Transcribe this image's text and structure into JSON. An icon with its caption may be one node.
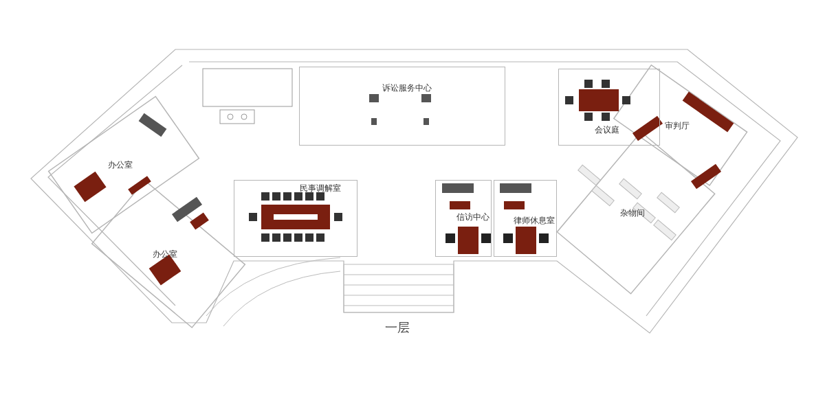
{
  "diagram": {
    "caption": "一层",
    "nodes": [
      {
        "text": [
          "办公室"
        ]
      },
      {
        "text": [
          "诉讼服务中心"
        ]
      },
      {
        "text": [
          "会议庭"
        ]
      },
      {
        "text": [
          "审判厅"
        ]
      },
      {
        "text": [
          "杂物间"
        ]
      },
      {
        "text": [
          "民事调解室"
        ]
      },
      {
        "text": [
          "信访中心"
        ]
      },
      {
        "text": [
          "律师休息室"
        ]
      },
      {
        "text": [
          "办公室"
        ]
      }
    ],
    "edges": []
  }
}
